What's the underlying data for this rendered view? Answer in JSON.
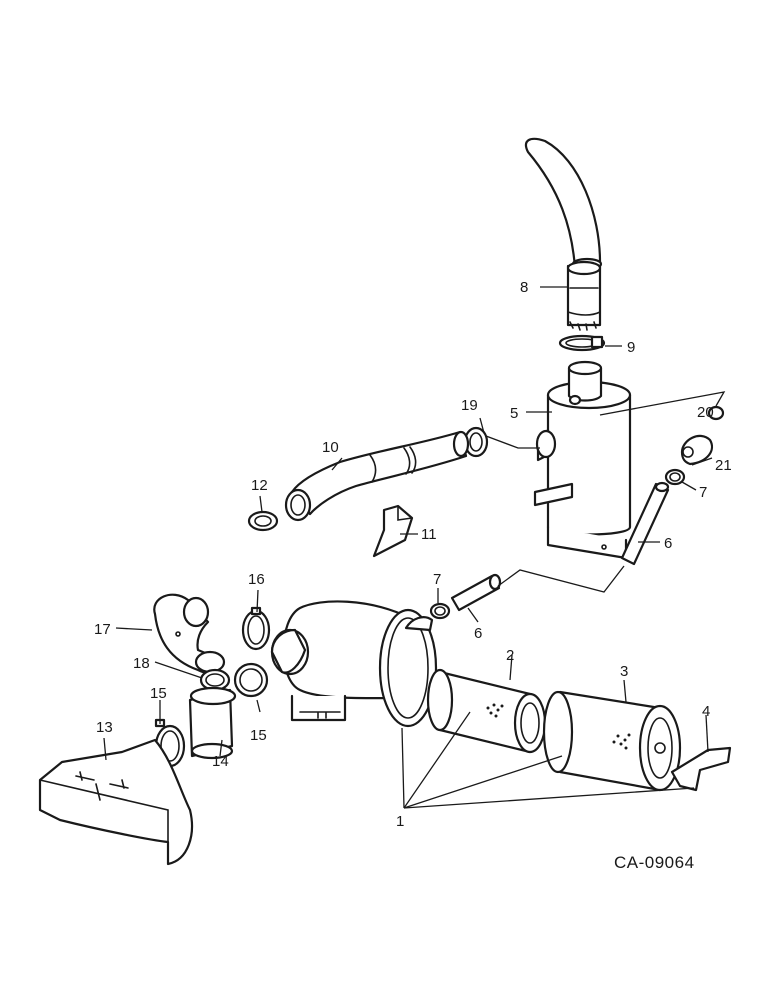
{
  "drawing_code": "CA-09064",
  "callouts": {
    "c1": "1",
    "c2": "2",
    "c3": "3",
    "c4": "4",
    "c5": "5",
    "c6a": "6",
    "c6b": "6",
    "c7a": "7",
    "c7b": "7",
    "c8": "8",
    "c9": "9",
    "c10": "10",
    "c11": "11",
    "c12": "12",
    "c13": "13",
    "c14": "14",
    "c15a": "15",
    "c15b": "15",
    "c16": "16",
    "c17": "17",
    "c18": "18",
    "c19": "19",
    "c20": "20",
    "c21": "21"
  },
  "colors": {
    "ink": "#1a1a1a",
    "paper": "#ffffff"
  }
}
